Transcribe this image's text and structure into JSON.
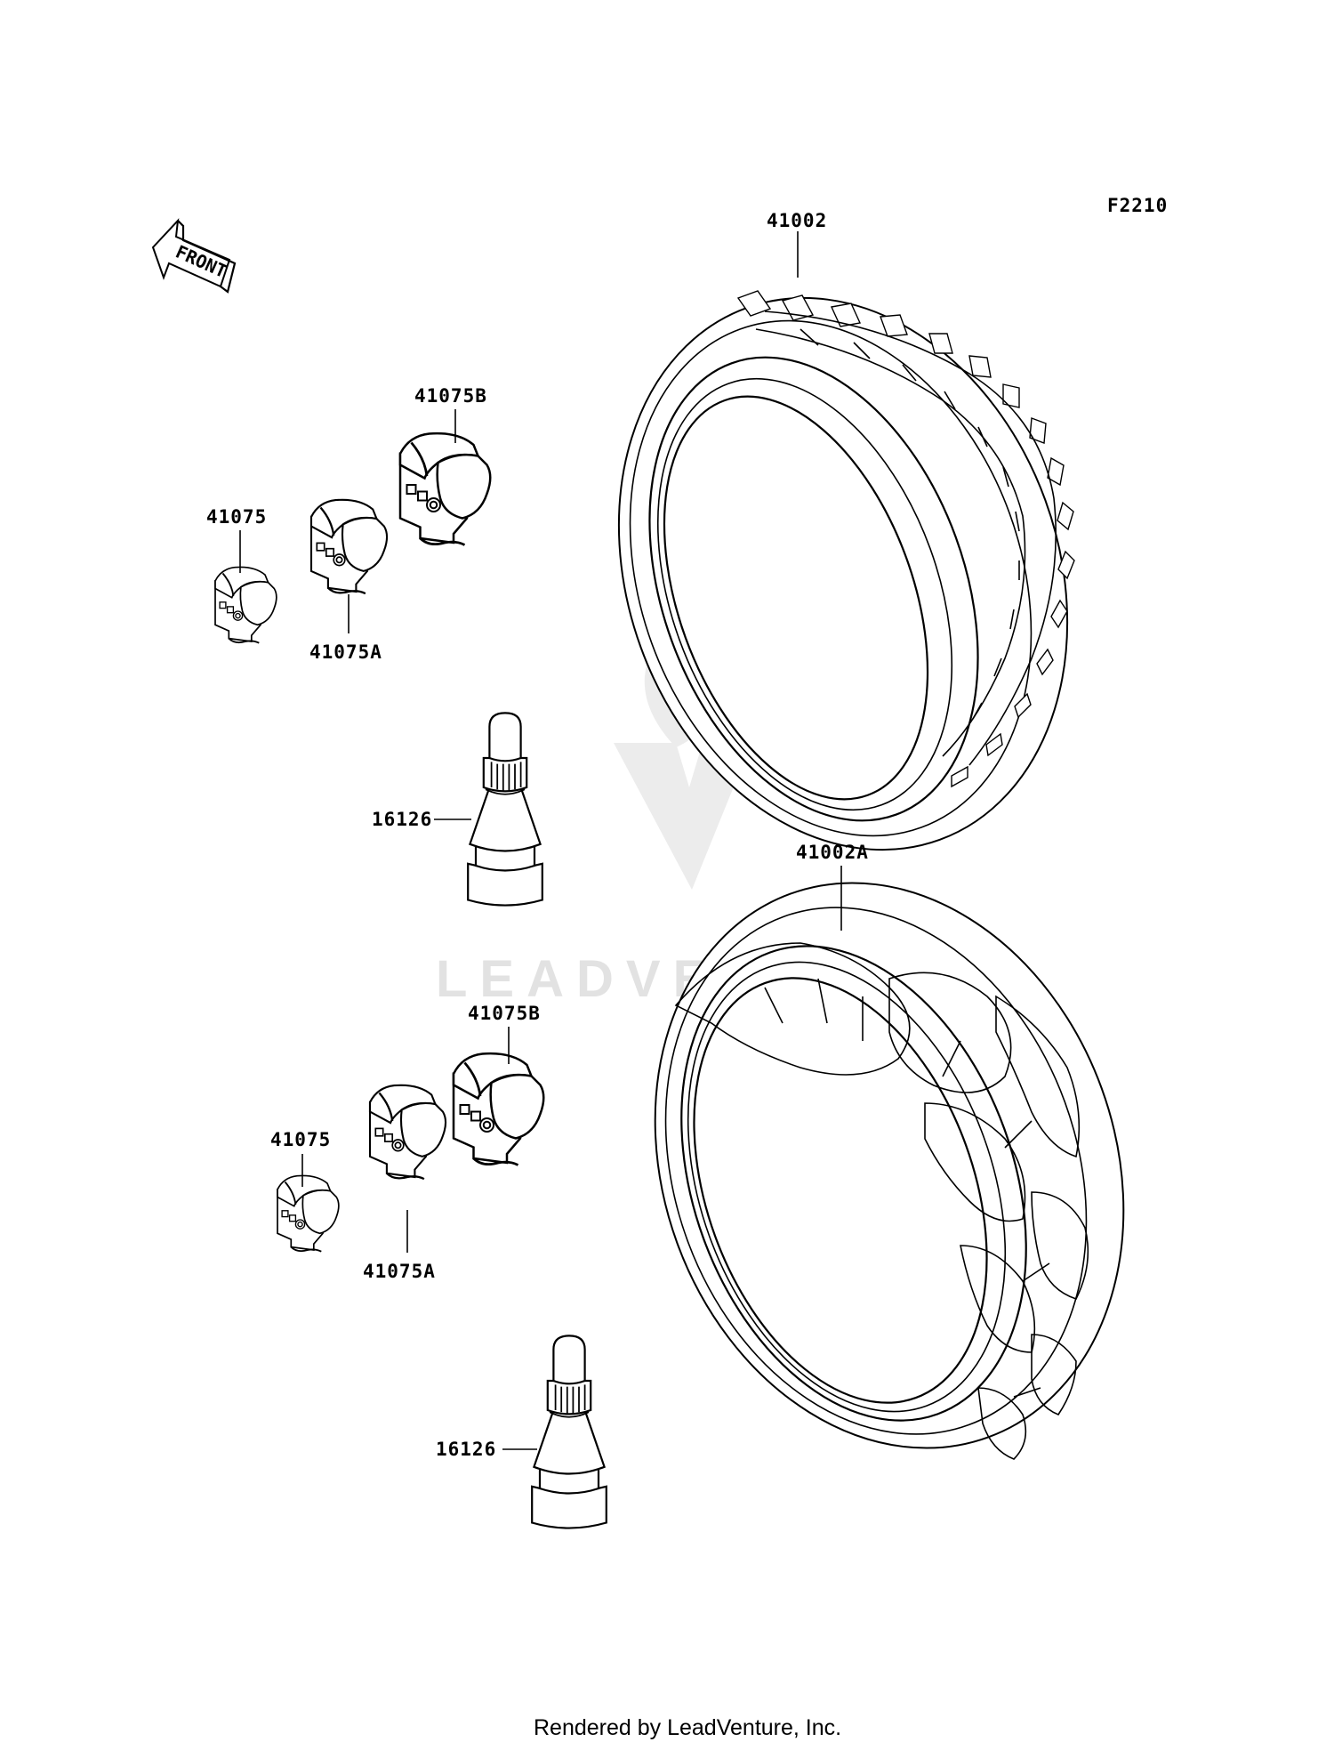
{
  "diagram": {
    "figure_code": "F2210",
    "front_label": "FRONT",
    "watermark": "LEADVENTURE",
    "credit": "Rendered by LeadVenture, Inc.",
    "labels": {
      "tire_front": "41002",
      "tire_rear": "41002A",
      "weight_b_top": "41075B",
      "weight_top": "41075",
      "weight_a_top": "41075A",
      "valve_top": "16126",
      "weight_b_bottom": "41075B",
      "weight_bottom": "41075",
      "weight_a_bottom": "41075A",
      "valve_bottom": "16126"
    }
  }
}
